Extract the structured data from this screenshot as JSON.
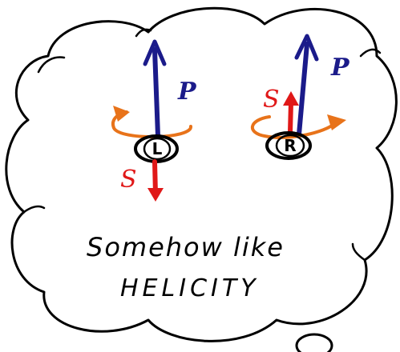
{
  "left_particle": {
    "badge": "L",
    "momentum_label": "P",
    "spin_label": "S"
  },
  "right_particle": {
    "badge": "R",
    "momentum_label": "P",
    "spin_label": "S"
  },
  "caption": {
    "line1": "Somehow like",
    "line2": "HELICITY"
  },
  "colors": {
    "momentum": "#1b1b8a",
    "spin": "#e01818",
    "rotation": "#e8731a",
    "ink": "#000000"
  }
}
